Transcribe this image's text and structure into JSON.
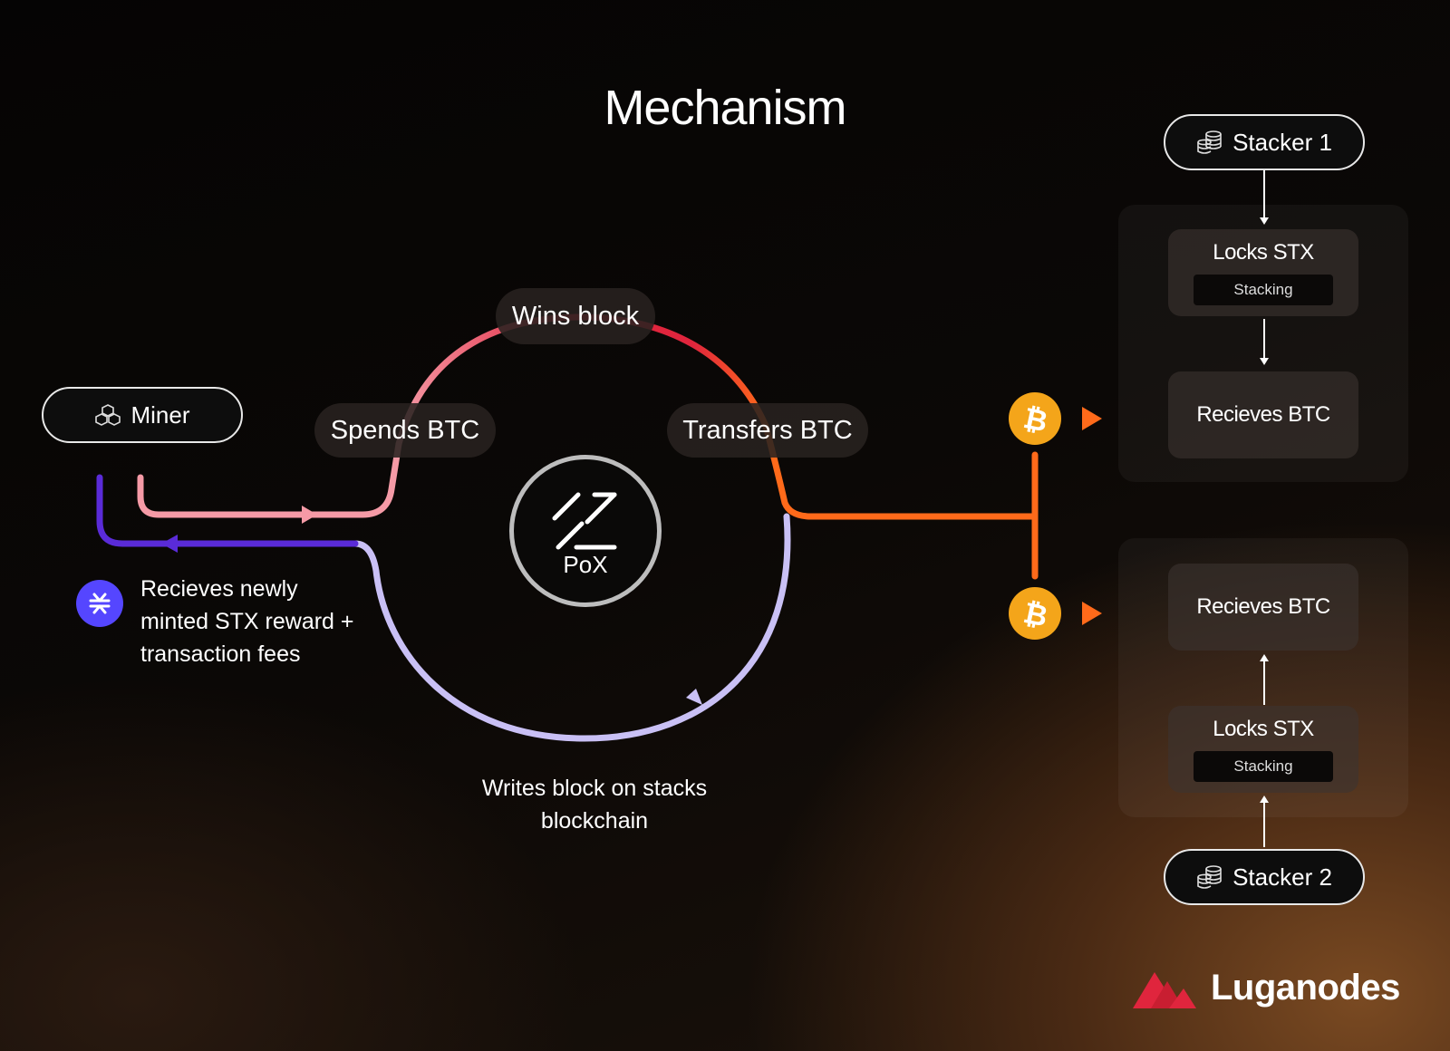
{
  "title": "Mechanism",
  "miner": {
    "label": "Miner",
    "icon": "cubes-icon"
  },
  "steps": {
    "wins_block": "Wins block",
    "spends_btc": "Spends BTC",
    "transfers_btc": "Transfers BTC",
    "writes_block": "Writes block on stacks blockchain"
  },
  "pox": {
    "label": "PoX",
    "icon": "stacks-logo-icon"
  },
  "reward": {
    "text": "Recieves newly minted STX reward + transaction fees",
    "icon": "stx-icon"
  },
  "stacker1": {
    "label": "Stacker 1",
    "icon": "coins-icon",
    "locks": "Locks STX",
    "tag": "Stacking",
    "receives": "Recieves BTC"
  },
  "stacker2": {
    "label": "Stacker 2",
    "icon": "coins-icon",
    "locks": "Locks STX",
    "tag": "Stacking",
    "receives": "Recieves BTC"
  },
  "brand": {
    "name": "Luganodes"
  },
  "colors": {
    "pink": "#f59aa6",
    "red": "#e0253d",
    "orange": "#ff6a1a",
    "violet": "#5a2bd8",
    "lavender": "#c9c0f5",
    "bitcoin": "#f4a51a",
    "stx": "#5546ff"
  }
}
